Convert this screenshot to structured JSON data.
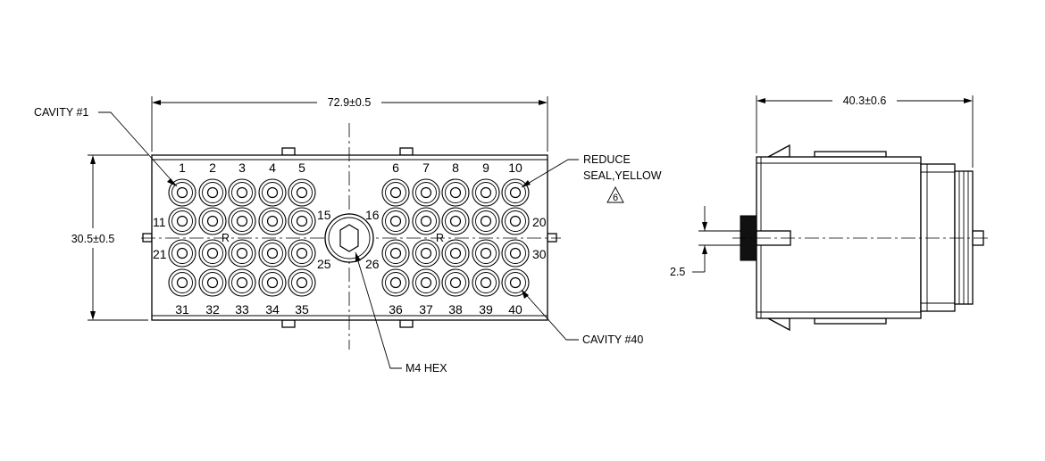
{
  "dimensions": {
    "width": "72.9±0.5",
    "height": "30.5±0.5",
    "depth": "40.3±0.6",
    "pin_offset": "2.5"
  },
  "callouts": {
    "cavity_first": "CAVITY #1",
    "cavity_last": "CAVITY #40",
    "reduce_line1": "REDUCE",
    "reduce_line2": "SEAL,YELLOW",
    "note_number": "6",
    "hex": "M4 HEX"
  },
  "cavities": {
    "left_top": [
      "1",
      "2",
      "3",
      "4",
      "5"
    ],
    "right_top": [
      "6",
      "7",
      "8",
      "9",
      "10"
    ],
    "left_bottom": [
      "31",
      "32",
      "33",
      "34",
      "35"
    ],
    "right_bottom": [
      "36",
      "37",
      "38",
      "39",
      "40"
    ],
    "row2_left": "11",
    "row2_right": "20",
    "row3_left": "21",
    "row3_right": "30",
    "center_upper_left": "15",
    "center_upper_right": "16",
    "center_lower_left": "25",
    "center_lower_right": "26",
    "polarity_mark": "R"
  }
}
